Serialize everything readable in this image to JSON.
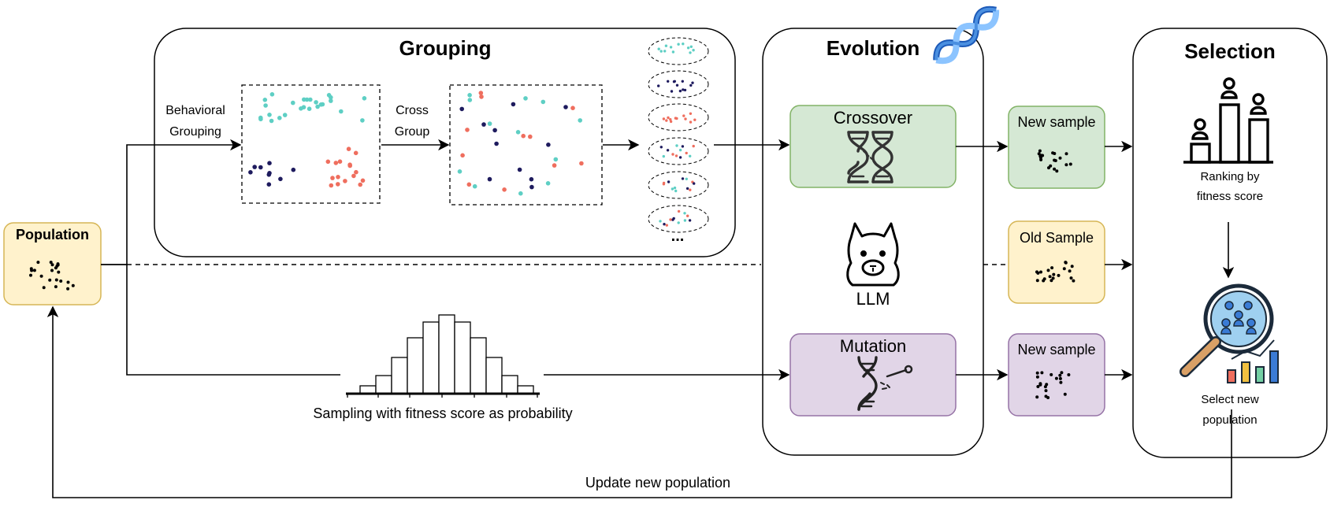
{
  "population": {
    "label": "Population"
  },
  "grouping": {
    "title": "Grouping",
    "behavioral_line1": "Behavioral",
    "behavioral_line2": "Grouping",
    "cross_line1": "Cross",
    "cross_line2": "Group",
    "more": "..."
  },
  "evolution": {
    "title": "Evolution",
    "crossover": "Crossover",
    "llm": "LLM",
    "mutation": "Mutation"
  },
  "samples": {
    "new_top": "New sample",
    "old": "Old Sample",
    "new_bottom": "New sample"
  },
  "selection": {
    "title": "Selection",
    "ranking_line1": "Ranking by",
    "ranking_line2": "fitness score",
    "select_line1": "Select new",
    "select_line2": "population"
  },
  "sampling": {
    "label": "Sampling with fitness score as probability"
  },
  "update": {
    "label": "Update new population"
  },
  "colors": {
    "teal": "#5ecfc4",
    "navy": "#1e1b5e",
    "coral": "#ef6e5e",
    "green_fill": "#d5e8d4",
    "green_stroke": "#82b366",
    "yellow_fill": "#fff2cc",
    "yellow_stroke": "#d6b656",
    "purple_fill": "#e1d5e7",
    "purple_stroke": "#9673a6",
    "dna_blue": "#4a8fe0"
  },
  "icons": [
    "dna-helix-icon",
    "dna-crossover-icon",
    "llama-icon",
    "dna-mutation-icon",
    "podium-ranking-icon",
    "magnifier-people-icon"
  ]
}
